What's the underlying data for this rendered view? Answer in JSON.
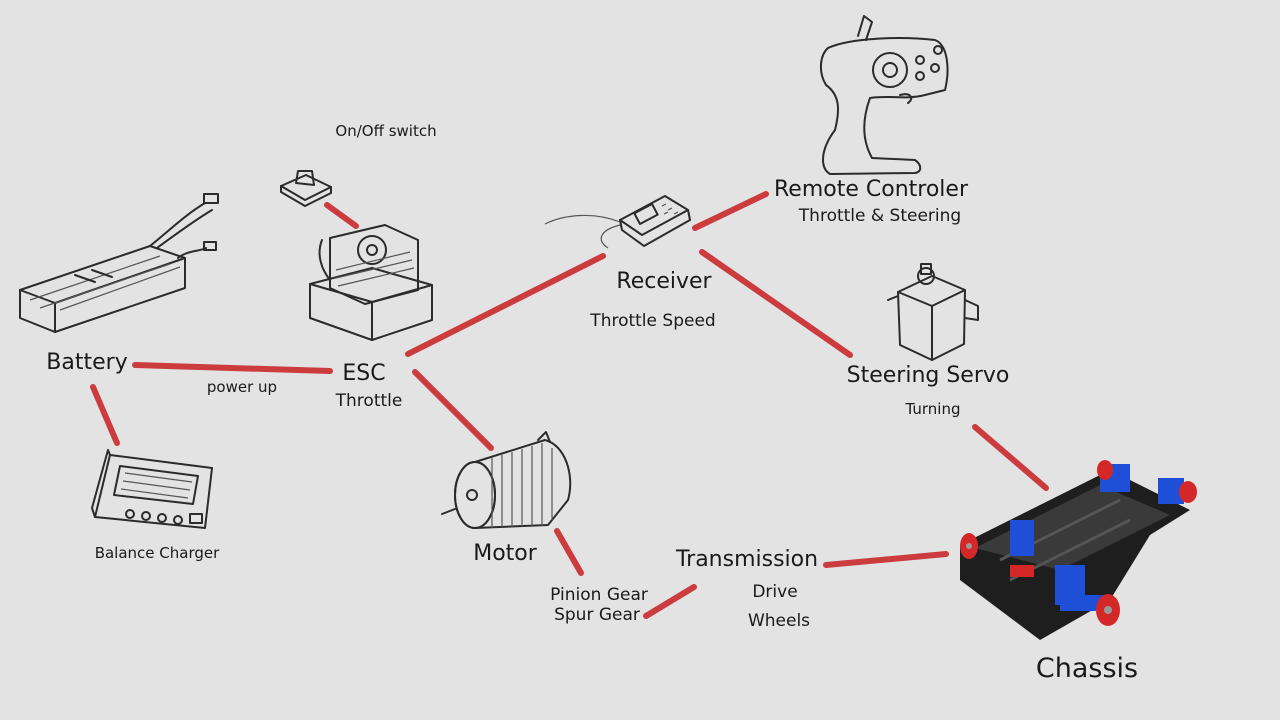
{
  "components": {
    "battery": {
      "name": "Battery"
    },
    "charger": {
      "name": "Balance Charger"
    },
    "switch": {
      "name": "On/Off switch"
    },
    "esc": {
      "name": "ESC",
      "function": "Throttle"
    },
    "receiver": {
      "name": "Receiver",
      "function": "Throttle Speed"
    },
    "remote": {
      "name": "Remote Controler",
      "function": "Throttle & Steering"
    },
    "servo": {
      "name": "Steering Servo",
      "function": "Turning"
    },
    "motor": {
      "name": "Motor"
    },
    "transmission": {
      "name": "Transmission",
      "function_1": "Drive",
      "function_2": "Wheels"
    },
    "chassis": {
      "name": "Chassis"
    }
  },
  "connections": {
    "battery_esc": "power up",
    "motor_transmission_1": "Pinion Gear",
    "motor_transmission_2": "Spur Gear"
  },
  "colors": {
    "background": "#e3e3e3",
    "connector": "#cc3b3d",
    "chassis_frame": "#1e1e1e",
    "chassis_blue": "#1f4fd6",
    "chassis_red": "#d42828"
  },
  "icons": [
    "battery-icon",
    "charger-icon",
    "switch-icon",
    "esc-icon",
    "receiver-icon",
    "remote-icon",
    "servo-icon",
    "motor-icon",
    "chassis-icon"
  ]
}
